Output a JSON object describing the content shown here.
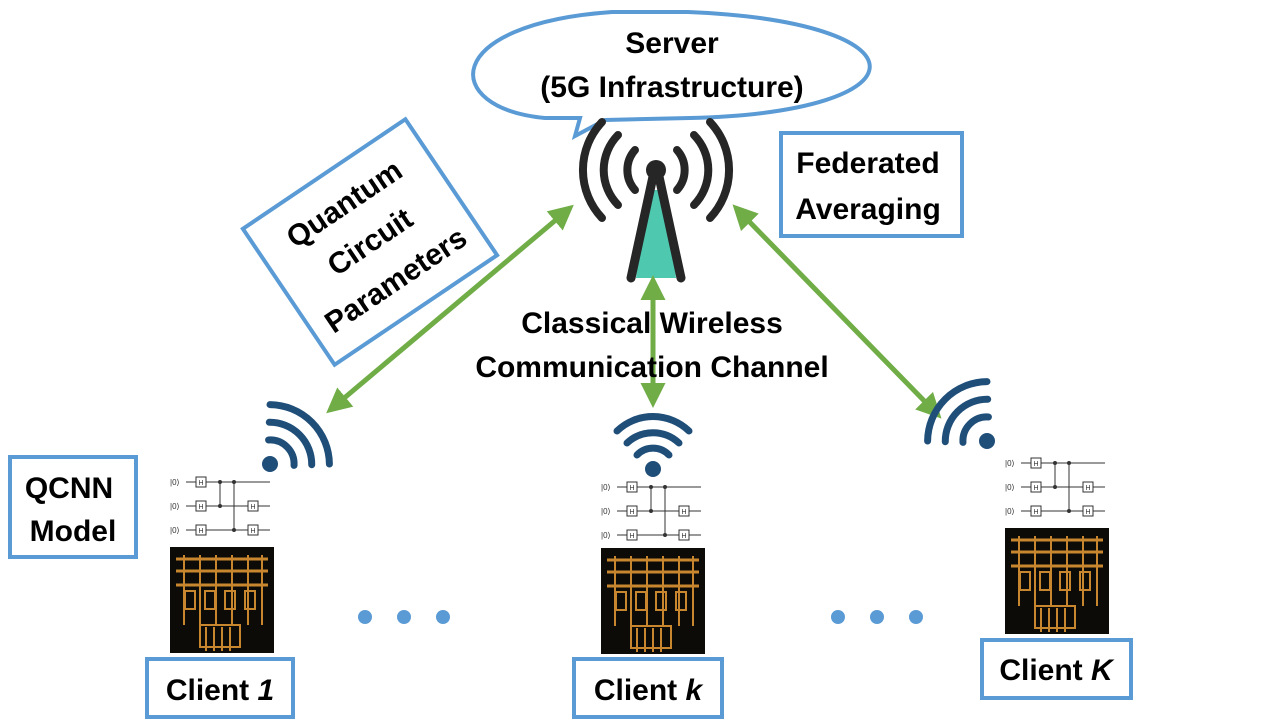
{
  "server": {
    "line1": "Server",
    "line2": "(5G Infrastructure)"
  },
  "labels": {
    "qcp": [
      "Quantum",
      "Circuit",
      "Parameters"
    ],
    "fed": [
      "Federated",
      "Averaging"
    ],
    "channel": [
      "Classical Wireless",
      "Communication Channel"
    ],
    "qcnn": [
      "QCNN",
      "Model"
    ]
  },
  "clients": [
    {
      "prefix": "Client ",
      "index": "1"
    },
    {
      "prefix": "Client ",
      "index": "k"
    },
    {
      "prefix": "Client ",
      "index": "K"
    }
  ],
  "circuit": {
    "ket": "|0⟩",
    "gate": "H"
  },
  "colors": {
    "box_border": "#5b9bd5",
    "arrow": "#70ad47",
    "wifi": "#1f4e79",
    "tower": "#262626",
    "beam": "#4ec9b0",
    "dots": "#5b9bd5",
    "chip_bg": "#0d0b08",
    "chip_gold": "#c8872e"
  }
}
